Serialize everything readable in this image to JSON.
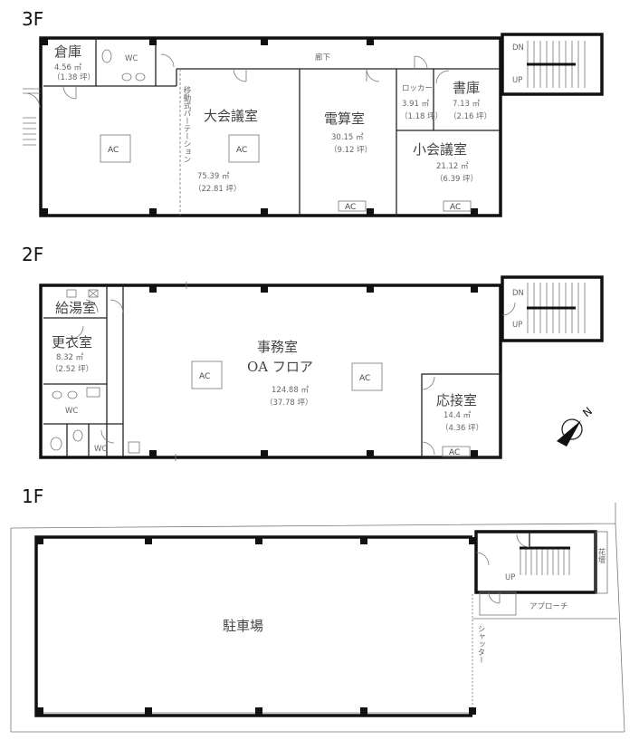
{
  "floors": {
    "f3": {
      "label": "3F",
      "corridor": "廊下",
      "rooms": {
        "storage": {
          "name": "倉庫",
          "area": "4.56 ㎡",
          "tsubo": "（1.38 坪）"
        },
        "wc": {
          "name": "WC"
        },
        "partition": "移動式パーテーション",
        "large_meeting": {
          "name": "大会議室",
          "area": "75.39 ㎡",
          "tsubo": "（22.81 坪）"
        },
        "computer": {
          "name": "電算室",
          "area": "30.15 ㎡",
          "tsubo": "（9.12 坪）"
        },
        "locker": {
          "name": "ロッカー",
          "area": "3.91 ㎡",
          "tsubo": "（1.18 坪）"
        },
        "library": {
          "name": "書庫",
          "area": "7.13 ㎡",
          "tsubo": "（2.16 坪）"
        },
        "small_meeting": {
          "name": "小会議室",
          "area": "21.12 ㎡",
          "tsubo": "（6.39 坪）"
        }
      },
      "stairs": {
        "dn": "DN",
        "up": "UP"
      }
    },
    "f2": {
      "label": "2F",
      "rooms": {
        "kitchen": {
          "name": "給湯室"
        },
        "locker_room": {
          "name": "更衣室",
          "area": "8.32 ㎡",
          "tsubo": "（2.52 坪）"
        },
        "wc1": {
          "name": "WC"
        },
        "wc2": {
          "name": "WC"
        },
        "office": {
          "name": "事務室",
          "sub": "OA フロア",
          "area": "124.88 ㎡",
          "tsubo": "（37.78 坪）"
        },
        "reception": {
          "name": "応接室",
          "area": "14.4 ㎡",
          "tsubo": "（4.36 坪）"
        }
      },
      "stairs": {
        "dn": "DN",
        "up": "UP"
      },
      "compass": "N"
    },
    "f1": {
      "label": "1F",
      "parking": "駐車場",
      "shutter": "シャッター",
      "approach": "アプローチ",
      "flowerbed": "花壇",
      "stairs": {
        "up": "UP"
      }
    }
  },
  "ac_label": "AC"
}
